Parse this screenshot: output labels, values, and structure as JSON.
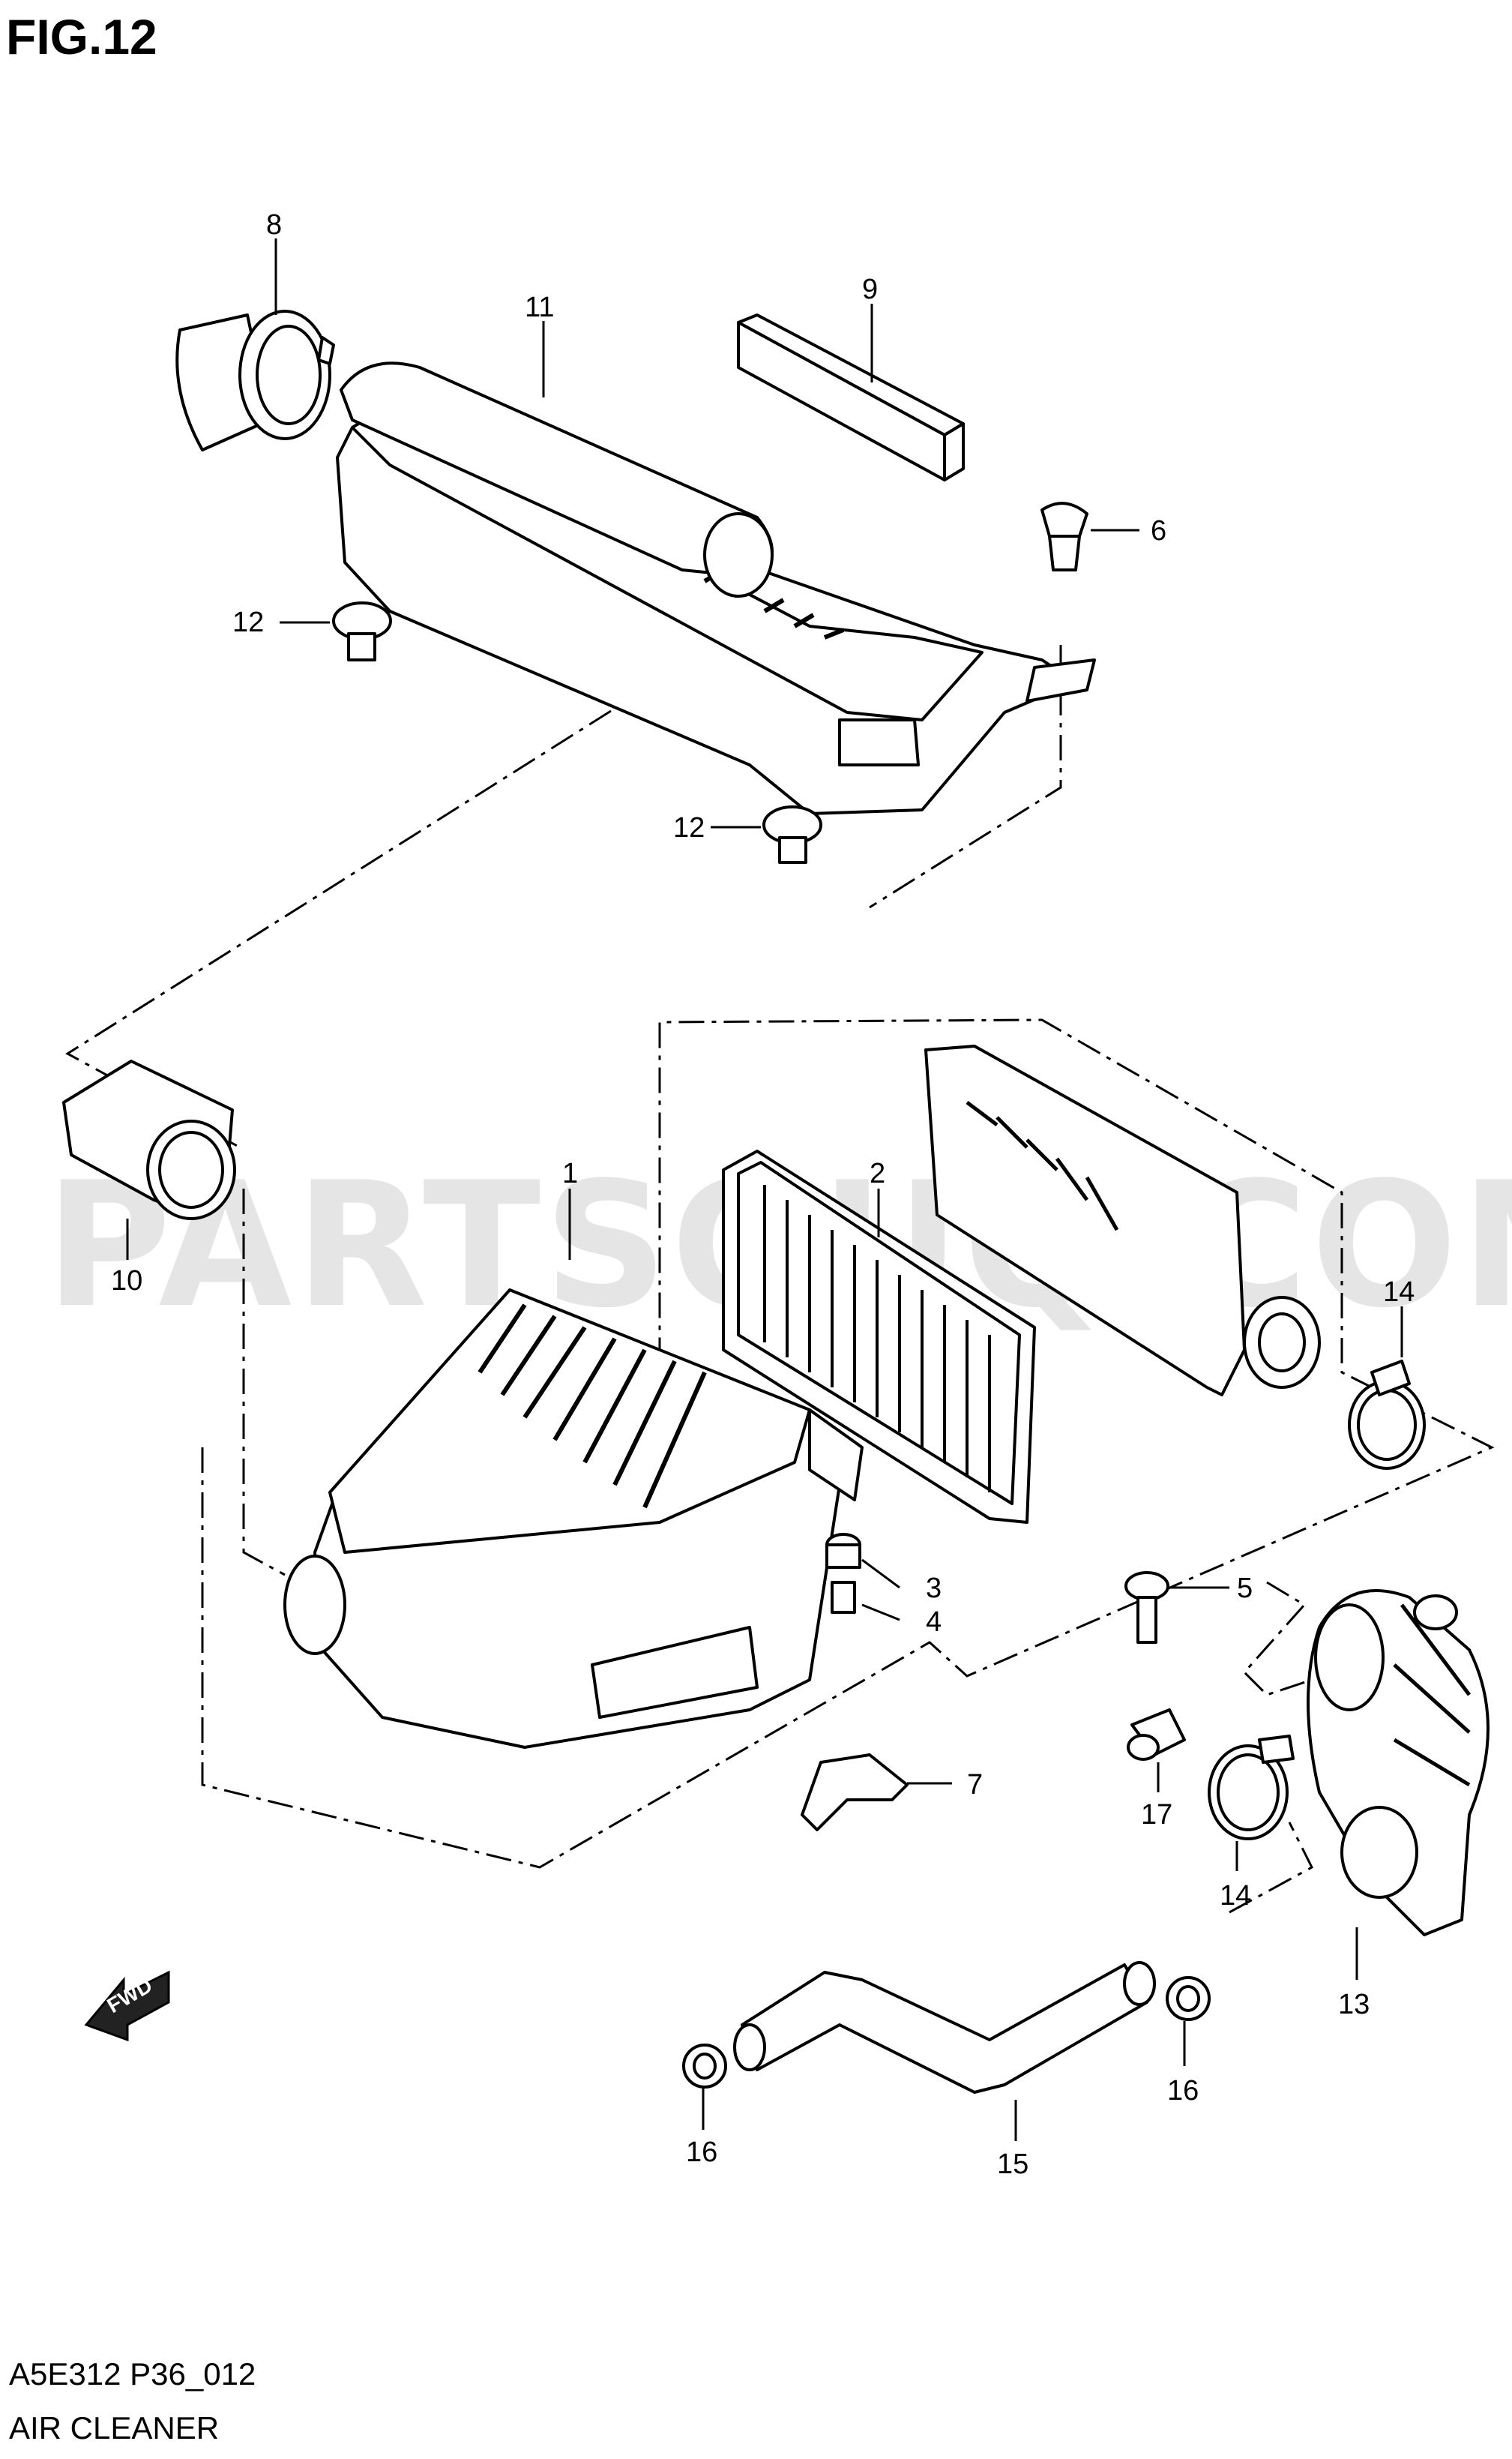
{
  "figure": {
    "title": "FIG.12",
    "watermark": "PARTSOUQ.COM",
    "code": "A5E312 P36_012",
    "caption": "AIR CLEANER",
    "fwd_label": "FWD"
  },
  "callouts": [
    {
      "id": "c8",
      "label": "8"
    },
    {
      "id": "c11",
      "label": "11"
    },
    {
      "id": "c9",
      "label": "9"
    },
    {
      "id": "c6",
      "label": "6"
    },
    {
      "id": "c12a",
      "label": "12"
    },
    {
      "id": "c12b",
      "label": "12"
    },
    {
      "id": "c1",
      "label": "1"
    },
    {
      "id": "c2",
      "label": "2"
    },
    {
      "id": "c10",
      "label": "10"
    },
    {
      "id": "c14a",
      "label": "14"
    },
    {
      "id": "c3",
      "label": "3"
    },
    {
      "id": "c4",
      "label": "4"
    },
    {
      "id": "c5",
      "label": "5"
    },
    {
      "id": "c7",
      "label": "7"
    },
    {
      "id": "c17",
      "label": "17"
    },
    {
      "id": "c14b",
      "label": "14"
    },
    {
      "id": "c13",
      "label": "13"
    },
    {
      "id": "c16a",
      "label": "16"
    },
    {
      "id": "c16b",
      "label": "16"
    },
    {
      "id": "c15",
      "label": "15"
    }
  ]
}
